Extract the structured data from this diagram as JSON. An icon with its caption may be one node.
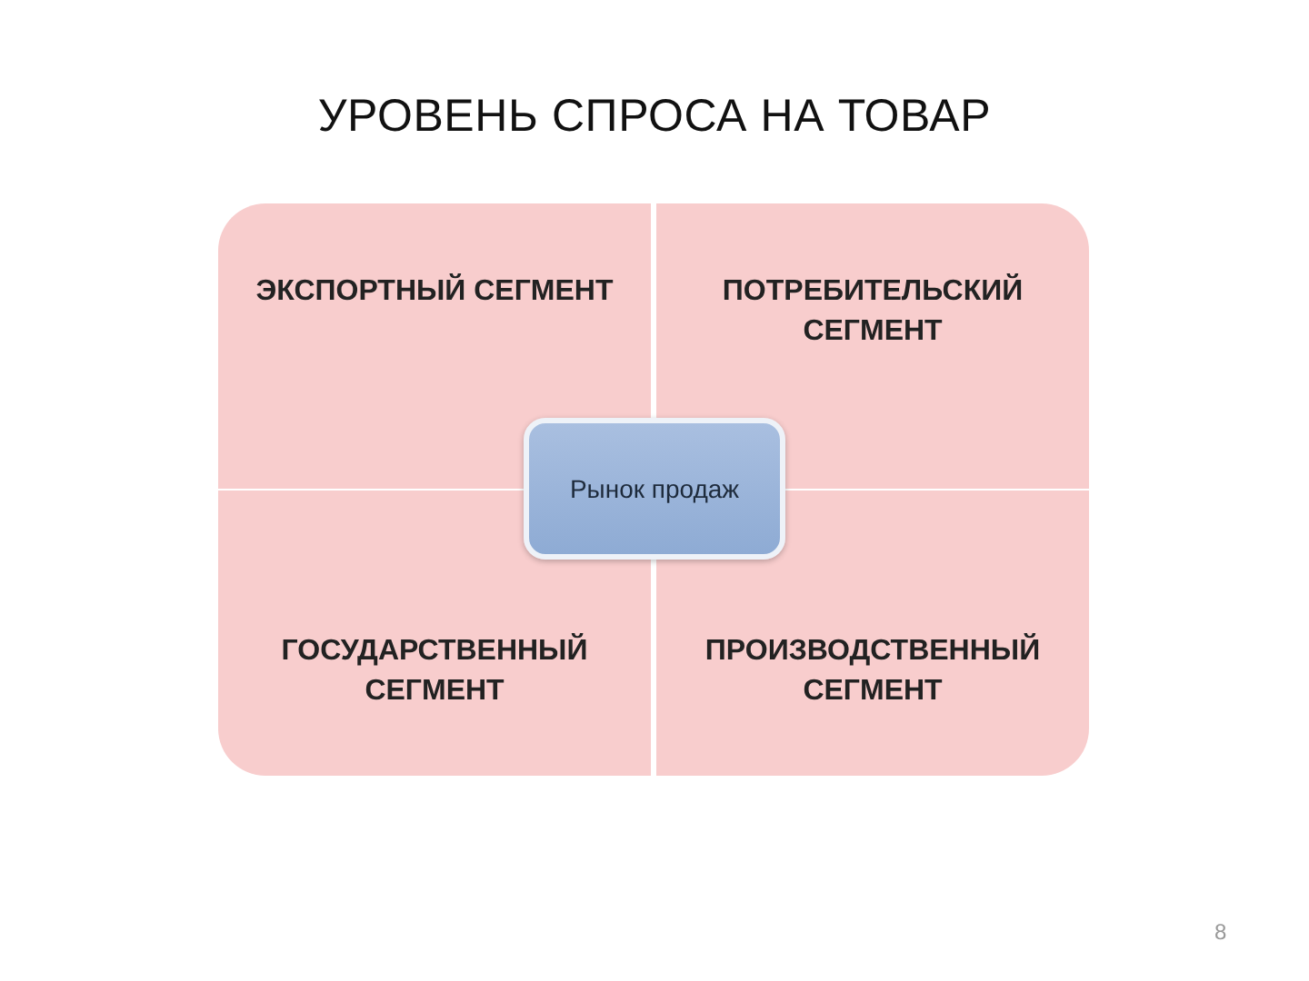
{
  "diagram": {
    "title": "УРОВЕНЬ СПРОСА НА ТОВАР",
    "nodes": [
      {
        "text": [
          "ЭКСПОРТНЫЙ СЕГМЕНТ"
        ]
      },
      {
        "text": [
          "ПОТРЕБИТЕЛЬСКИЙ СЕГМЕНТ"
        ]
      },
      {
        "text": [
          "ГОСУДАРСТВЕННЫЙ СЕГМЕНТ"
        ]
      },
      {
        "text": [
          "ПРОИЗВОДСТВЕННЫЙ СЕГМЕНТ"
        ]
      },
      {
        "text": [
          "Рынок продаж"
        ]
      }
    ],
    "labels": [
      "8"
    ]
  }
}
